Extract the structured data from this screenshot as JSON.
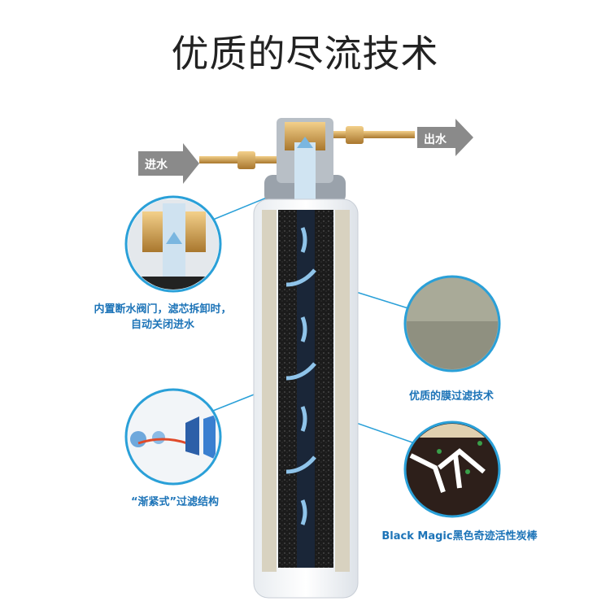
{
  "title": "优质的尽流技术",
  "inlet_label": "进水",
  "outlet_label": "出水",
  "callouts": {
    "valve": "内置断水阀门，滤芯拆卸时，自动关闭进水",
    "valve_line1": "内置断水阀门，滤芯拆卸时，",
    "valve_line2": "自动关闭进水",
    "membrane": "优质的膜过滤技术",
    "gradient": "“渐紧式”过滤结构",
    "carbon": "Black Magic黑色奇迹活性炭棒"
  },
  "colors": {
    "accent": "#1d74b8",
    "callout_line": "#2aa0d8",
    "arrow_gray": "#8a8a8a",
    "carbon": "#1b1b1b",
    "brass": "#c99a4a"
  }
}
